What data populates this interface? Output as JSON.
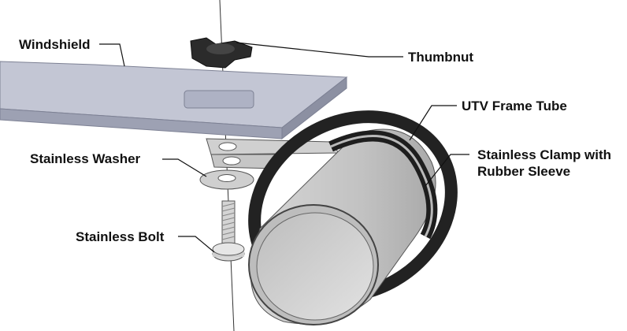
{
  "labels": {
    "windshield": "Windshield",
    "thumbnut": "Thumbnut",
    "frame_tube": "UTV Frame Tube",
    "clamp_line1": "Stainless Clamp with",
    "clamp_line2": "Rubber Sleeve",
    "washer": "Stainless Washer",
    "bolt": "Stainless Bolt"
  },
  "colors": {
    "windshield_fill": "#b8bccd",
    "windshield_edge": "#8e93a6",
    "tube_fill": "#c4c4c4",
    "tube_inner": "#d8d8d8",
    "rubber": "#2a2a2a",
    "steel": "#c9c9c9",
    "thumbnut": "#2b2b2b"
  }
}
